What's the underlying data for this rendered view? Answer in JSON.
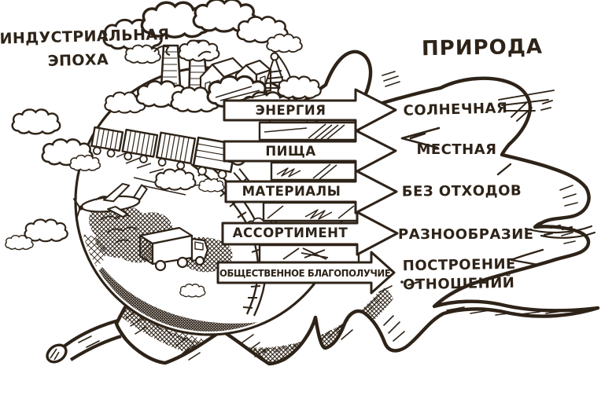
{
  "titles": {
    "industrial_line1": "ИНДУСТРИАЛЬНАЯ",
    "industrial_line2": "ЭПОХА",
    "nature": "ПРИРОДА"
  },
  "flows": [
    {
      "label": "ЭНЕРГИЯ",
      "nature_label": "СОЛНЕЧНАЯ"
    },
    {
      "label": "ПИЩА",
      "nature_label": "МЕСТНАЯ"
    },
    {
      "label": "МАТЕРИАЛЫ",
      "nature_label": "БЕЗ ОТХОДОВ"
    },
    {
      "label": "АССОРТИМЕНТ",
      "nature_label": "РАЗНООБРАЗИЕ"
    },
    {
      "label": "ОБЩЕСТВЕННОЕ БЛАГОПОЛУЧИЕ",
      "nature_label": "ПОСТРОЕНИЕ ОТНОШЕНИЙ"
    }
  ],
  "illustration": {
    "style": "hand-drawn ink sketch",
    "parts": [
      "earth-globe",
      "factory-with-smokestacks",
      "steam-train",
      "airplane",
      "cargo-truck",
      "railway-track",
      "smoke-clouds",
      "oak-leaf",
      "leaf-stem"
    ]
  },
  "colors": {
    "ink": "#2e2318",
    "background": "#ffffff"
  }
}
